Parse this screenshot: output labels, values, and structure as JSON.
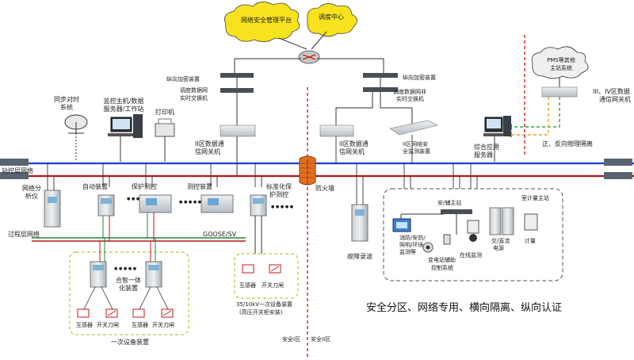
{
  "clouds": {
    "security_platform": "网络安全管理平台",
    "dispatch_center": "调度中心",
    "pms": [
      "PMS等其他",
      "主站系统"
    ]
  },
  "devices": {
    "vertical_encrypt_left": "纵向加密装置",
    "vertical_encrypt_right": "纵向加密装置",
    "dispatch_rt_switch": [
      "调度数据网",
      "实时交换机"
    ],
    "dispatch_nrt_switch": [
      "调度数据网非",
      "实时交换机"
    ],
    "zone2_gateway_left": [
      "II区数据通",
      "信网关机"
    ],
    "zone2_gateway_right": [
      "II区数据通",
      "信网关机"
    ],
    "zone2_security_monitor": [
      "II区网络安",
      "全监测装置"
    ],
    "zone34_gateway": [
      "III、IV区数据",
      "通信网关机"
    ],
    "integrated_app_server": [
      "综合应用",
      "服务器"
    ],
    "time_sync": [
      "同步对时",
      "系统"
    ],
    "monitor_host": [
      "监控主机/数据",
      "服务器/工作站"
    ],
    "printer": "打印机",
    "network_analyzer": [
      "网络分",
      "析仪"
    ],
    "auto_device": "自动装置",
    "protection_control_1": "保护测控",
    "measurement_control": "测控装置",
    "standard_protection": [
      "标准化保",
      "护测控"
    ],
    "fault_recorder": "故障录波",
    "firewall": "防火墙",
    "merging_unit": [
      "合智一体",
      "化装置"
    ]
  },
  "networks": {
    "station_net": "站控层网络",
    "process_net": "过程层网络",
    "goose_sv": "GOOSE/SV"
  },
  "aux": {
    "env_host": "安/辅主站",
    "fire_security": [
      "消防/安防/",
      "照明/环境",
      "监测等"
    ],
    "aux_control": [
      "变电站辅助",
      "控制系统"
    ],
    "online_monitor": "在线监测",
    "acdc_power": [
      "交/直流",
      "电源"
    ],
    "metering_host": "室计量主站",
    "metering": "计量"
  },
  "bottom": {
    "primary_left_ct": "互感器",
    "primary_left_sw": "开关刀闸",
    "primary_right_ct": "互感器",
    "primary_right_sw": "开关刀闸",
    "primary_mid_ct": "互感器",
    "primary_mid_sw": "开关刀闸",
    "primary_label": "一次设备装置",
    "mv_label": [
      "35/10kV一次设备装置",
      "(高压开关柜安装)"
    ],
    "zone1": "安全I区",
    "zone2": "安全II区"
  },
  "isolation": "正、反向物理隔离",
  "slogan": "安全分区、网络专用、横向隔离、纵向认证",
  "dots": "● ● ● ● ●"
}
